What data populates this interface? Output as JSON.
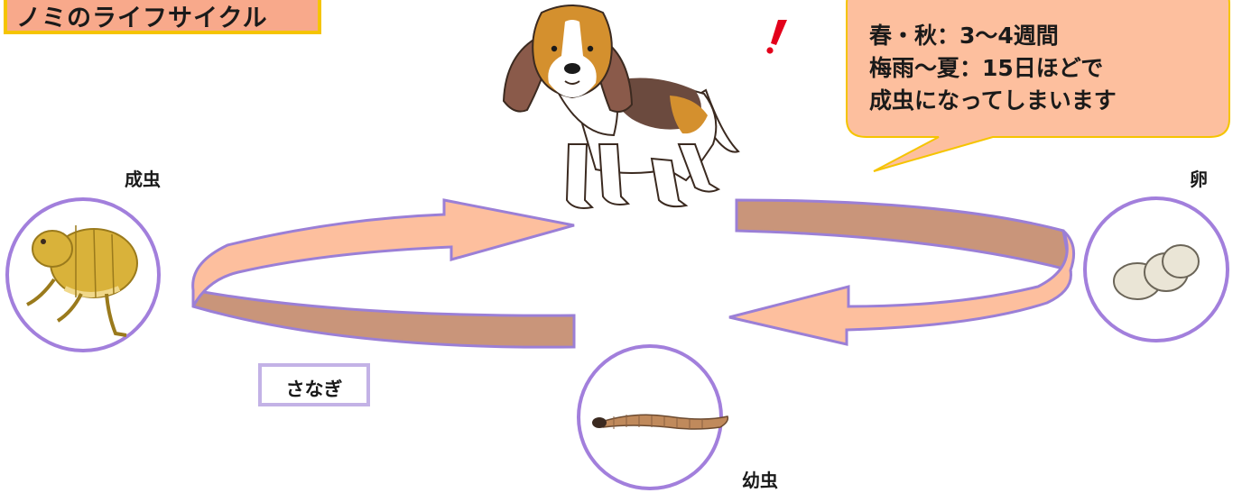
{
  "title": "ノミのライフサイクル",
  "speech_bubble": {
    "lines": [
      "春・秋：3〜4週間",
      "梅雨〜夏：15日ほどで",
      "成虫になってしまいます"
    ]
  },
  "stages": {
    "adult": "成虫",
    "egg": "卵",
    "larva": "幼虫",
    "pupa": "さなぎ"
  },
  "colors": {
    "arrow_face": "#fdbf9e",
    "arrow_back": "#c9957a",
    "arrow_outline": "#9b7fd6",
    "bubble_fill": "#fdbf9e",
    "bubble_outline": "#f5c400",
    "title_fill": "#f8a98b",
    "title_border": "#f5c400",
    "circle_outline": "#a27fdc",
    "pupa_border": "#c3b2e6",
    "exclamation": "#e3001b"
  },
  "icons": [
    "dog-illustration",
    "flea-illustration",
    "eggs-illustration",
    "larva-illustration",
    "exclamation-icon"
  ]
}
